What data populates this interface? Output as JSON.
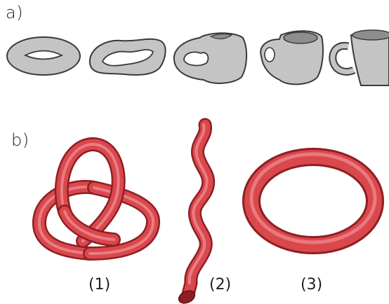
{
  "figure": {
    "panel_a_label": "a)",
    "panel_b_label": "b)",
    "captions": [
      "(1)",
      "(2)",
      "(3)"
    ]
  },
  "colors": {
    "morph_fill": "#c4c4c4",
    "morph_stroke": "#3a3a3a",
    "cup_interior": "#8e8e8e",
    "tube": "#d8484d",
    "tube_dark": "#a3262b",
    "tube_light": "#f08a8e"
  },
  "icons": [
    "torus-shape",
    "deformed-torus-shape",
    "pinched-blob-shape",
    "mug-forming-shape",
    "coffee-mug-shape",
    "trefoil-knot",
    "wavy-tube",
    "torus-ring"
  ]
}
